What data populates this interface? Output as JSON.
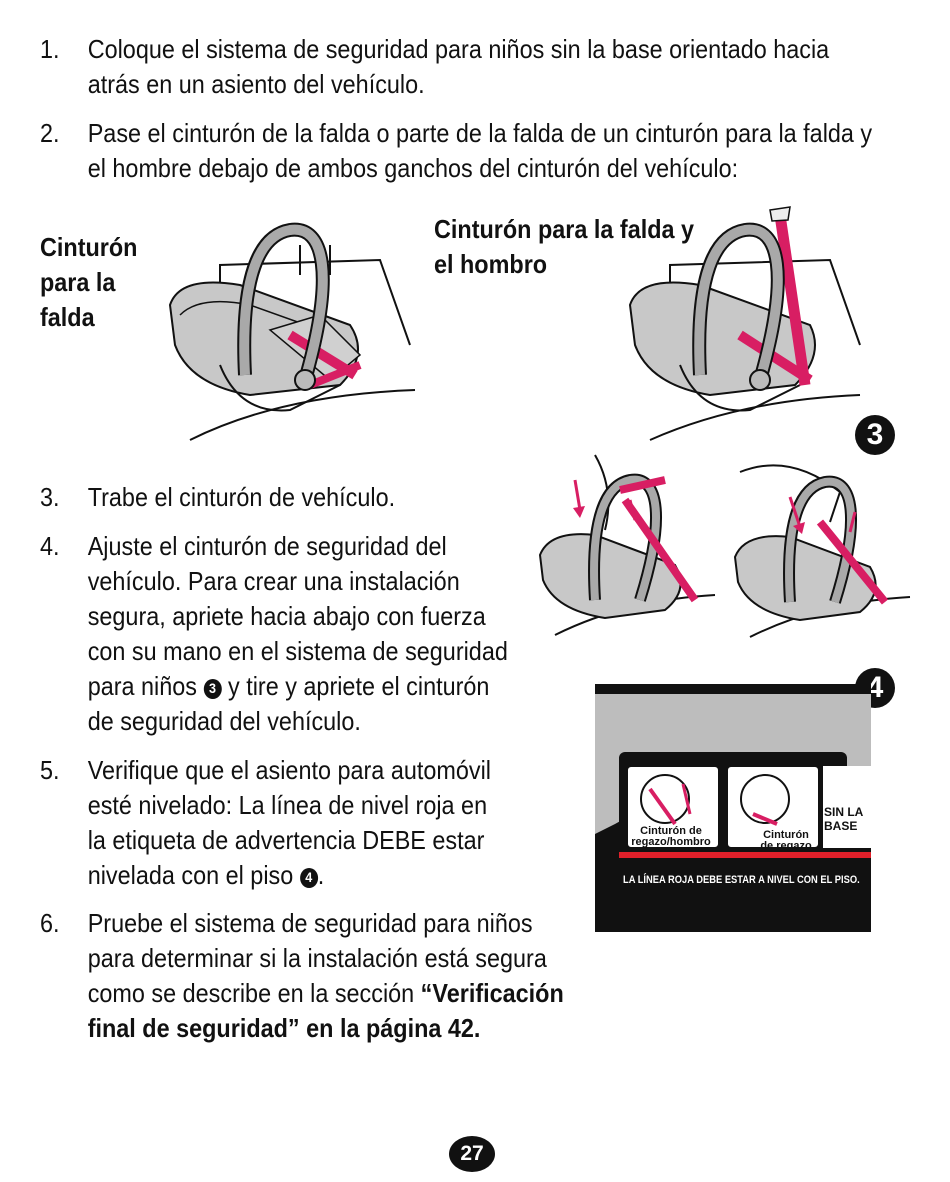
{
  "steps": [
    {
      "num": "1.",
      "lines": [
        "Coloque el sistema de seguridad para niños sin la base orientado hacia",
        "atrás en un asiento del vehículo."
      ]
    },
    {
      "num": "2.",
      "lines": [
        "Pase el cinturón de la falda o parte de la falda de un cinturón para la falda y",
        "el hombre debajo de ambos ganchos del cinturón del vehículo:"
      ]
    },
    {
      "num": "3.",
      "lines": [
        "Trabe el cinturón de vehículo."
      ]
    },
    {
      "num": "4.",
      "lines": [
        "Ajuste el cinturón de seguridad del",
        "vehículo. Para crear una instalación",
        "segura, apriete hacia abajo con fuerza",
        "con su mano en el sistema de seguridad"
      ],
      "line5_a": "para niños",
      "line5_badge": "3",
      "line5_b": "y tire y apriete el cinturón",
      "line6": "de seguridad del vehículo."
    },
    {
      "num": "5.",
      "lines": [
        "Verifique que el asiento para automóvil",
        "esté nivelado: La línea de nivel roja en",
        "la etiqueta de advertencia DEBE estar"
      ],
      "line4_a": "nivelada con el piso",
      "line4_badge": "4",
      "line4_b": "."
    },
    {
      "num": "6.",
      "lines": [
        "Pruebe el sistema de seguridad para niños",
        "para determinar si la instalación está segura"
      ],
      "line3_a": "como se describe en la sección",
      "line3_bold": "“Verificación",
      "line4_bold": "final de seguridad” en la página 42."
    }
  ],
  "captions": {
    "lap_belt": [
      "Cinturón",
      "para la",
      "falda"
    ],
    "lap_shoulder_belt": [
      "Cinturón para la falda y",
      "el hombro"
    ]
  },
  "figure_badges": {
    "fig3": "3",
    "fig4": "4"
  },
  "warning_label": {
    "icon1_caption": [
      "Cinturón de",
      "regazo/hombro"
    ],
    "icon2_caption": [
      "Cinturón",
      "de regazo"
    ],
    "side_text": [
      "SIN LA",
      "BASE"
    ],
    "level_line_text": "LA LÍNEA ROJA DEBE ESTAR A NIVEL CON EL PISO."
  },
  "colors": {
    "belt": "#d81e63",
    "seat_gray": "#c8c8c8",
    "label_gray": "#bdbdbd",
    "level_line": "#e0202a"
  },
  "page_number": "27"
}
